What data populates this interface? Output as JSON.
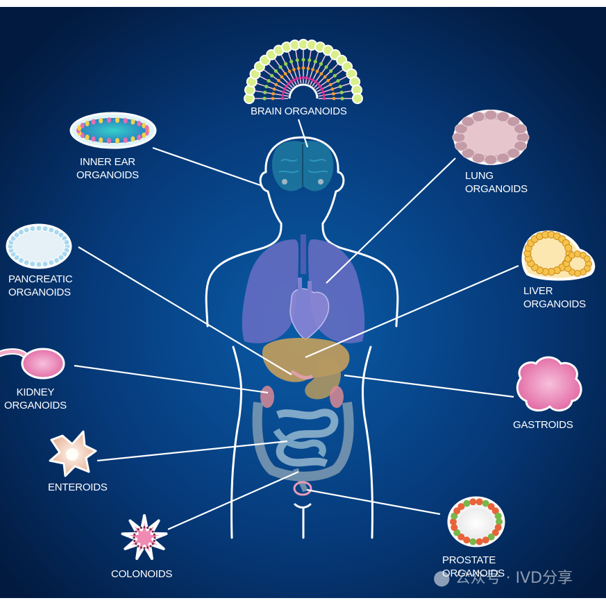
{
  "labels": {
    "brain": "BRAIN ORGANOIDS",
    "inner_ear": [
      "INNER EAR",
      "ORGANOIDS"
    ],
    "lung": [
      "LUNG",
      "ORGANOIDS"
    ],
    "pancreatic": [
      "PANCREATIC",
      "ORGANOIDS"
    ],
    "liver": [
      "LIVER",
      "ORGANOIDS"
    ],
    "kidney": [
      "KIDNEY",
      "ORGANOIDS"
    ],
    "gastroids": "GASTROIDS",
    "enteroids": "ENTEROIDS",
    "colonoids": "COLONOIDS",
    "prostate": [
      "PROSTATE",
      "ORGANOIDS"
    ]
  },
  "watermark": "公众号 · IVD分享",
  "colors": {
    "background_center": "#0a5ca8",
    "background_edge": "#021a3f",
    "outline": "#ffffff",
    "lungs": "#6a6fc4",
    "liver": "#c9a15a",
    "intestine": "#9ec3d6"
  }
}
